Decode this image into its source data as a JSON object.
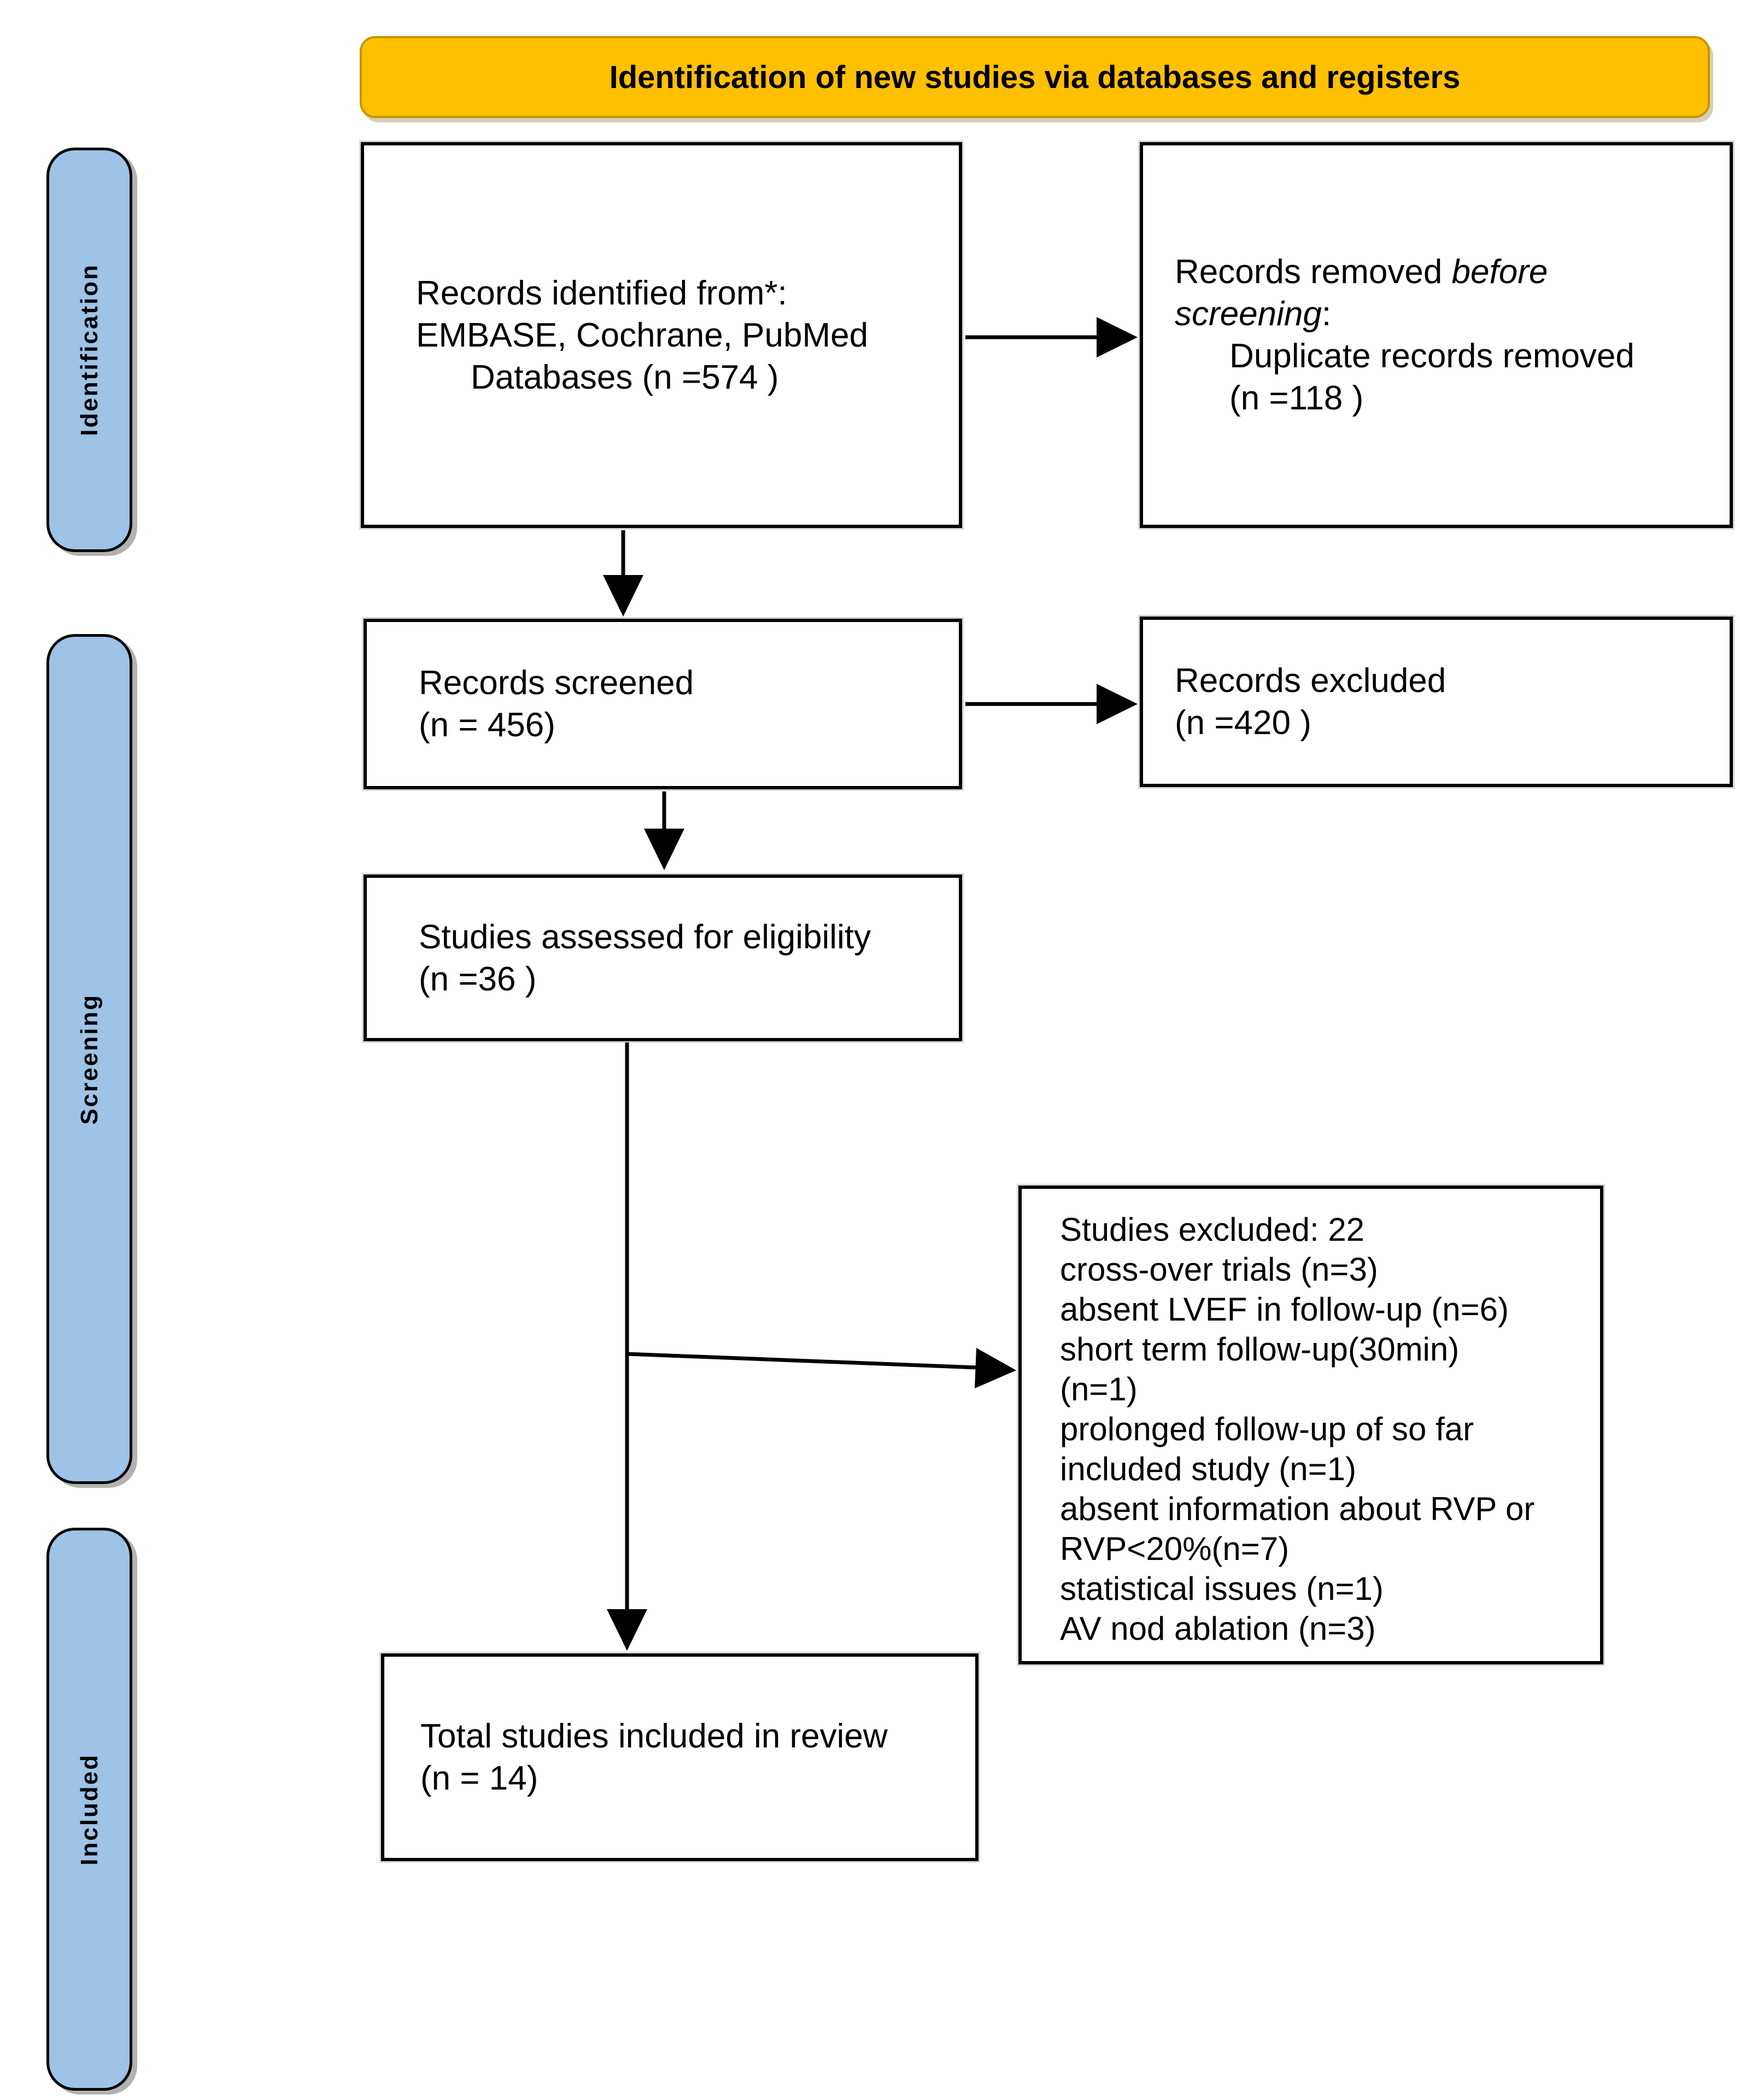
{
  "banner": {
    "title": "Identification of new studies via databases and registers"
  },
  "sidebar": {
    "items": [
      {
        "label": "Identification"
      },
      {
        "label": "Screening"
      },
      {
        "label": "Included"
      }
    ]
  },
  "colors": {
    "banner_fill": "#FFC000",
    "banner_border": "#C69500",
    "sidebar_fill": "#9DC3E6",
    "box_border": "#000000",
    "arrow": "#000000"
  },
  "boxes": {
    "records_identified": {
      "line1": "Records identified from*:",
      "line2": "EMBASE, Cochrane, PubMed",
      "line3": "Databases (n =574 )"
    },
    "records_removed": {
      "line1_normal": "Records removed ",
      "line1_italic": "before",
      "line2_italic": "screening",
      "line2_suffix": ":",
      "line3": "Duplicate records removed",
      "line4": "(n =118 )"
    },
    "records_screened": {
      "line1": "Records screened",
      "line2": "(n = 456)"
    },
    "records_excluded": {
      "line1": "Records excluded",
      "line2": "(n =420 )"
    },
    "studies_assessed": {
      "line1": "Studies assessed for eligibility",
      "line2": "(n =36 )"
    },
    "studies_excluded": {
      "lines": [
        "Studies excluded: 22",
        "cross-over trials (n=3)",
        "absent LVEF in follow-up (n=6)",
        "short term follow-up(30min)",
        "(n=1)",
        "prolonged follow-up of so far",
        "included study (n=1)",
        "absent information about RVP or",
        "RVP<20%(n=7)",
        "statistical issues (n=1)",
        "AV nod ablation (n=3)"
      ]
    },
    "total_included": {
      "line1": "Total studies included in review",
      "line2": "(n = 14)"
    }
  }
}
